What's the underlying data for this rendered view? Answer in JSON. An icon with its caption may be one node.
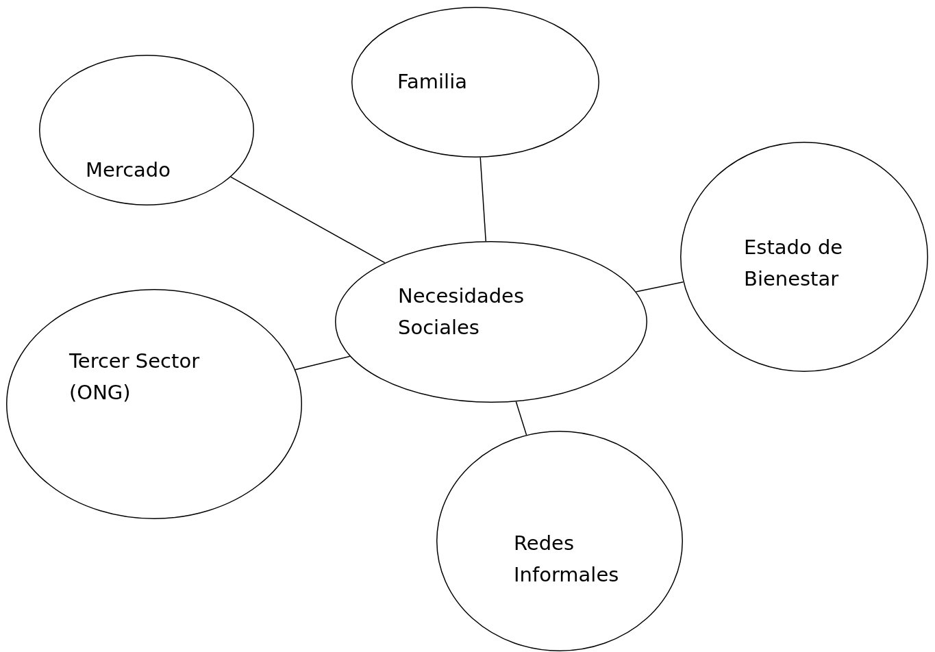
{
  "diagram": {
    "nodes": [
      {
        "text": [
          "Familia"
        ]
      },
      {
        "text": [
          "Mercado"
        ]
      },
      {
        "text": [
          "Estado de Bienestar"
        ]
      },
      {
        "text": [
          "Necesidades Sociales"
        ]
      },
      {
        "text": [
          "Tercer Sector (ONG)"
        ]
      },
      {
        "text": [
          "Redes Informales"
        ]
      }
    ],
    "edges": [
      {
        "from": 3,
        "to": 0,
        "arrow": "none"
      },
      {
        "from": 3,
        "to": 1,
        "arrow": "none"
      },
      {
        "from": 3,
        "to": 2,
        "arrow": "none"
      },
      {
        "from": 3,
        "to": 4,
        "arrow": "none"
      },
      {
        "from": 3,
        "to": 5,
        "arrow": "none"
      }
    ]
  }
}
